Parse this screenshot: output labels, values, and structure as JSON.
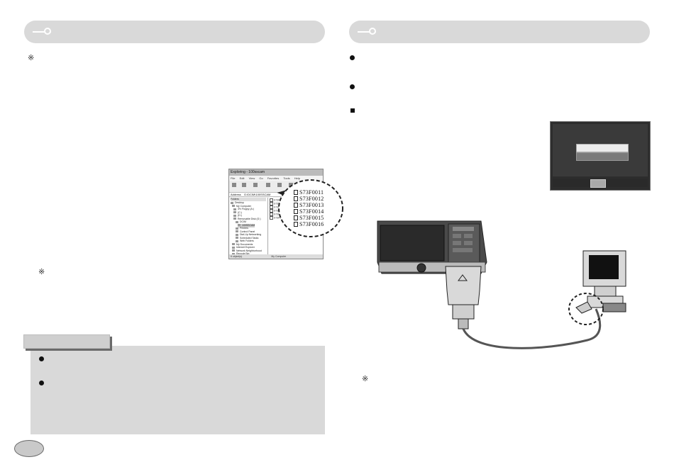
{
  "left_page": {
    "note_symbol": "※",
    "note_symbol_2": "※",
    "explorer": {
      "title": "Exploring - 100sscam",
      "menu": [
        "File",
        "Edit",
        "View",
        "Go",
        "Favorites",
        "Tools",
        "Help"
      ],
      "address_label": "Address",
      "address_value": "G:\\DCIM\\100SSCAM",
      "tree_header": "Folders",
      "tree_items": [
        "Desktop",
        "My Computer",
        "3½ Floppy (A:)",
        "(C:)",
        "(D:)",
        "Removable Disk (G:)",
        "DCIM",
        "100SSCAM",
        "Printers",
        "Control Panel",
        "Dial-Up Networking",
        "Scheduled Tasks",
        "Web Folders",
        "My Documents",
        "Internet Explorer",
        "Network Neighborhood",
        "Recycle Bin"
      ],
      "files_small": [
        "S73F0011",
        "S73F0012",
        "S73F0013",
        "S73F0014",
        "S73F0015",
        "S73F0016"
      ],
      "status_left": "6 object(s)",
      "status_right": "My Computer"
    },
    "zoom_files": [
      "S73F0011",
      "S73F0012",
      "S73F0013",
      "S73F0014",
      "S73F0015",
      "S73F0016"
    ]
  },
  "right_page": {
    "note_symbol": "※"
  },
  "colors": {
    "header_bar": "#d9d9d9",
    "note_panel": "#d9d9d9"
  }
}
